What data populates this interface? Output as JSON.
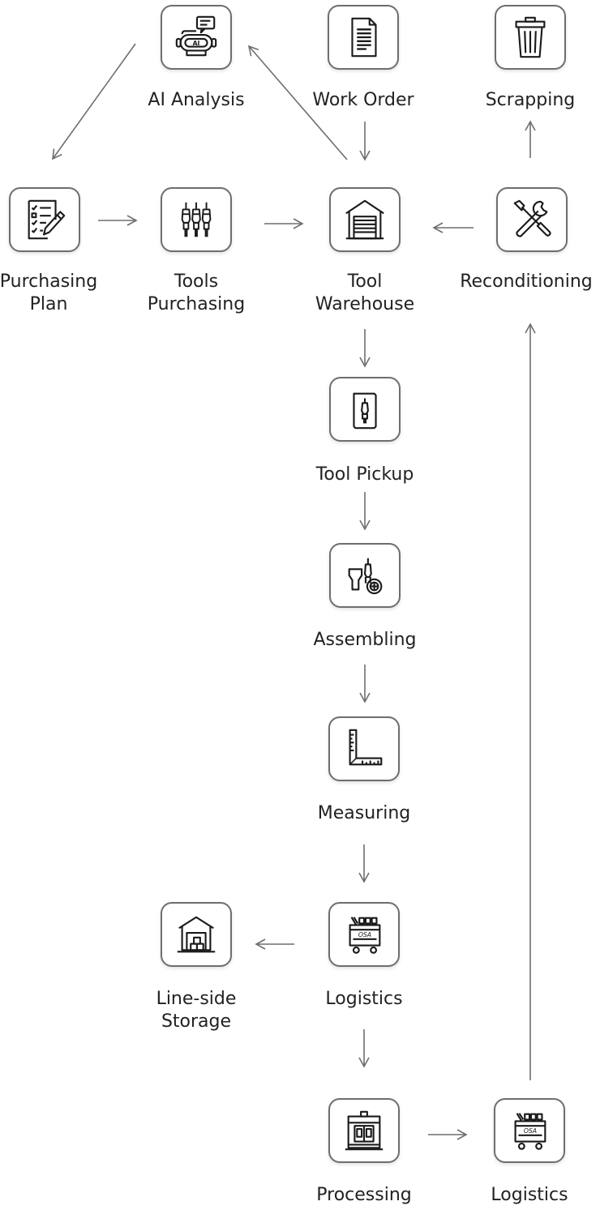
{
  "nodes": {
    "ai_analysis": {
      "label1": "AI Analysis",
      "icon": "ai-robot-icon"
    },
    "work_order": {
      "label1": "Work Order",
      "icon": "document-icon"
    },
    "scrapping": {
      "label1": "Scrapping",
      "icon": "trash-icon"
    },
    "purchasing_plan": {
      "label1": "Purchasing",
      "label2": "Plan",
      "icon": "checklist-icon"
    },
    "tools_purchasing": {
      "label1": "Tools",
      "label2": "Purchasing",
      "icon": "tools-icon"
    },
    "tool_warehouse": {
      "label1": "Tool",
      "label2": "Warehouse",
      "icon": "warehouse-icon"
    },
    "reconditioning": {
      "label1": "Reconditioning",
      "icon": "wrench-screwdriver-icon"
    },
    "tool_pickup": {
      "label1": "Tool Pickup",
      "icon": "tool-pickup-icon"
    },
    "assembling": {
      "label1": "Assembling",
      "icon": "assembling-icon"
    },
    "measuring": {
      "label1": "Measuring",
      "icon": "ruler-square-icon"
    },
    "logistics_mid": {
      "label1": "Logistics",
      "icon": "cart-icon",
      "cart_text": "OSA"
    },
    "line_side_storage": {
      "label1": "Line-side",
      "label2": "Storage",
      "icon": "storage-icon"
    },
    "processing": {
      "label1": "Processing",
      "icon": "machine-icon"
    },
    "logistics_bottom": {
      "label1": "Logistics",
      "icon": "cart-icon",
      "cart_text": "OSA"
    }
  },
  "colors": {
    "border": "#6e6e6e",
    "arrow": "#6e6e6e",
    "icon": "#1a1a1a",
    "text": "#222222"
  }
}
